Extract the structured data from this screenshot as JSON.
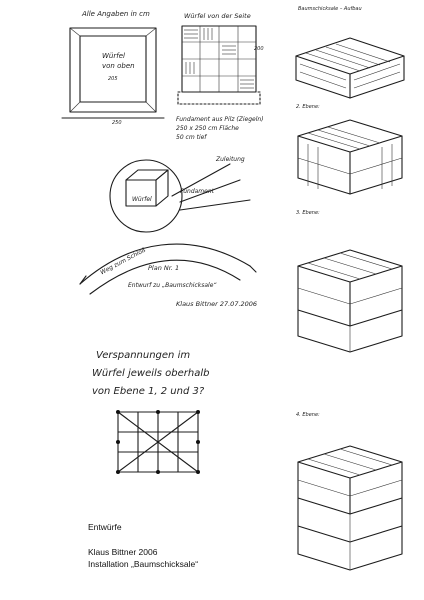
{
  "caption": {
    "section": "Entwürfe",
    "author_year": "Klaus Bittner  2006",
    "installation": "Installation „Baumschicksale“"
  },
  "top_left_sketch": {
    "note": "Alle Angaben in cm",
    "cube_label_line1": "Würfel",
    "cube_label_line2": "von oben",
    "dim_205": "205",
    "dim_250": "250",
    "dim_200": "200",
    "side_view_title": "Würfel von der Seite",
    "foundation_note_line1": "Fundament aus Pilz (Ziegeln)",
    "foundation_note_line2": "250 x 250 cm Fläche",
    "foundation_note_line3": "50 cm tief",
    "site_label_cube": "Würfel",
    "site_label_foundation": "Fundament",
    "site_label_access": "Zuleitung",
    "site_label_path": "Weg zum Schloß",
    "site_label_plan": "Plan Nr. 1",
    "site_label_draft": "Entwurf zu „Baumschicksale“",
    "signature": "Klaus Bittner  27.07.2006"
  },
  "bracing_sketch": {
    "line1": "Verspannungen im",
    "line2": "Würfel jeweils oberhalb",
    "line3": "von Ebene 1, 2 und 3?"
  },
  "right_column": {
    "panel1_title": "Baumschicksale – Aufbau",
    "panel2_title": "2. Ebene:",
    "panel3_title": "3. Ebene:",
    "panel4_title": "4. Ebene:"
  }
}
